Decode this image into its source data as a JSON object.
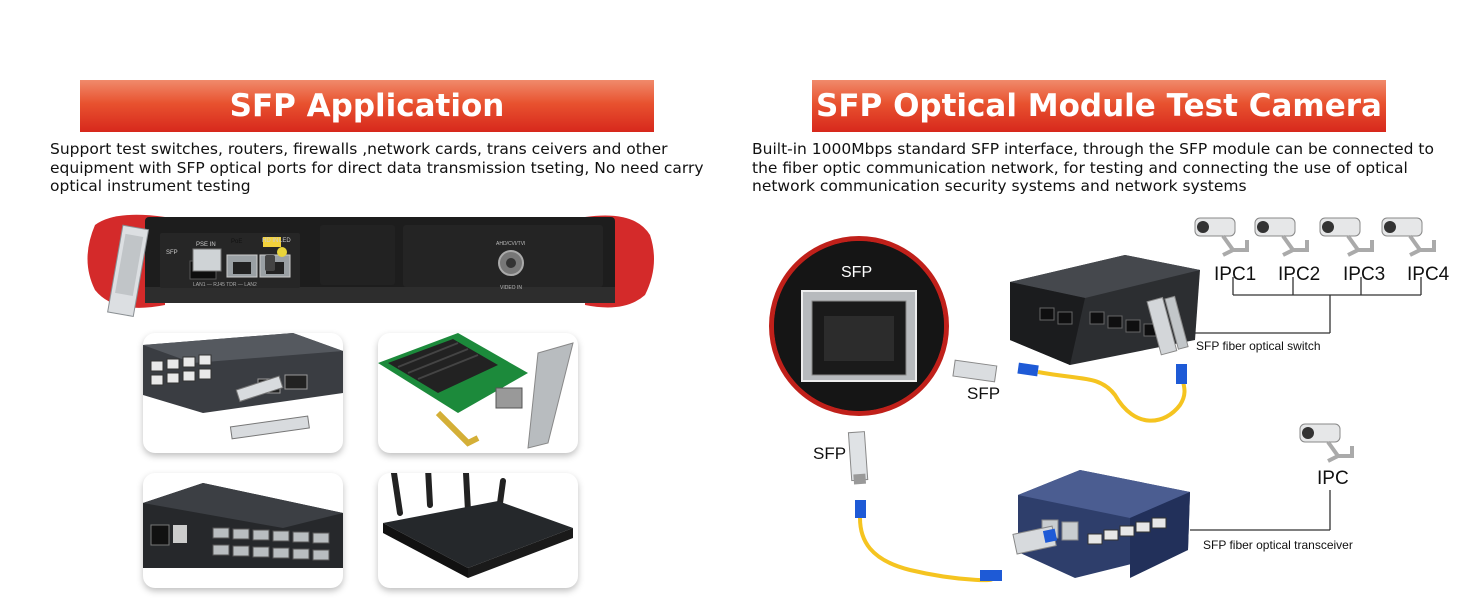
{
  "left": {
    "title": "SFP Application",
    "description": "Support test switches, routers, firewalls ,network cards, trans ceivers and other equipment with SFP optical ports for direct data transmission tseting, No need carry optical instrument testing",
    "device_labels": {
      "sfp": "SFP",
      "pse_in": "PSE IN",
      "poe": "PoE",
      "hd_in": "HD IN",
      "led": "LED",
      "ports": "LAN1 — RJ45 TDR — LAN2",
      "video_top": "AHD/CVI/TVI",
      "video_bottom": "VIDEO IN"
    }
  },
  "right": {
    "title": "SFP Optical Module Test Camera",
    "description": "Built-in 1000Mbps standard SFP interface, through the SFP module can be connected to the fiber optic communication network, for testing and connecting the use of optical network communication security systems and network systems",
    "zoom_label": "SFP",
    "sfp_label_1": "SFP",
    "sfp_label_2": "SFP",
    "cameras": [
      "IPC1",
      "IPC2",
      "IPC3",
      "IPC4"
    ],
    "switch_label": "SFP fiber optical switch",
    "ipc_label": "IPC",
    "transceiver_label": "SFP fiber optical transceiver"
  },
  "colors": {
    "banner": "#e03c25",
    "device_red": "#d42a2a",
    "fiber": "#f7c21a",
    "connector": "#1f5fd6"
  }
}
